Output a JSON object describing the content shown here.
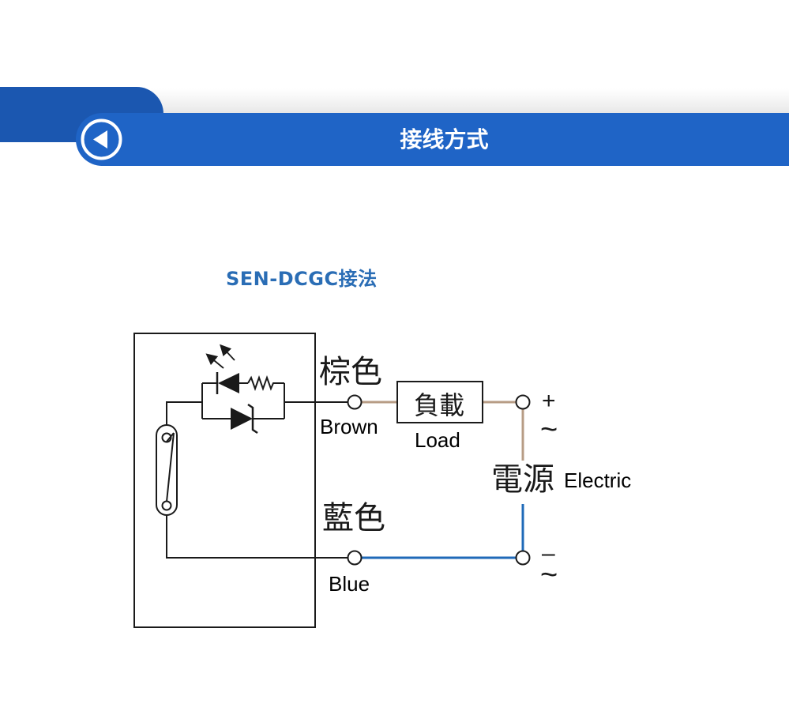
{
  "header": {
    "title": "接线方式",
    "back_icon": "back-arrow-icon"
  },
  "section": {
    "title": "SEN-DCGC接法"
  },
  "diagram": {
    "labels": {
      "brown_cn": "棕色",
      "brown_en": "Brown",
      "blue_cn": "藍色",
      "blue_en": "Blue",
      "load_cn": "負載",
      "load_en": "Load",
      "power_cn": "電源",
      "power_en": "Electric",
      "plus": "+",
      "minus": "–",
      "tilde_top": "~",
      "tilde_bottom": "~"
    },
    "colors": {
      "brown_wire": "#b79c85",
      "blue_wire": "#1f6ab8",
      "ink": "#1a1a1a"
    }
  },
  "colors": {
    "banner": "#1f64c6",
    "banner_dark": "#1b57b0",
    "section_title": "#2a6db5"
  }
}
